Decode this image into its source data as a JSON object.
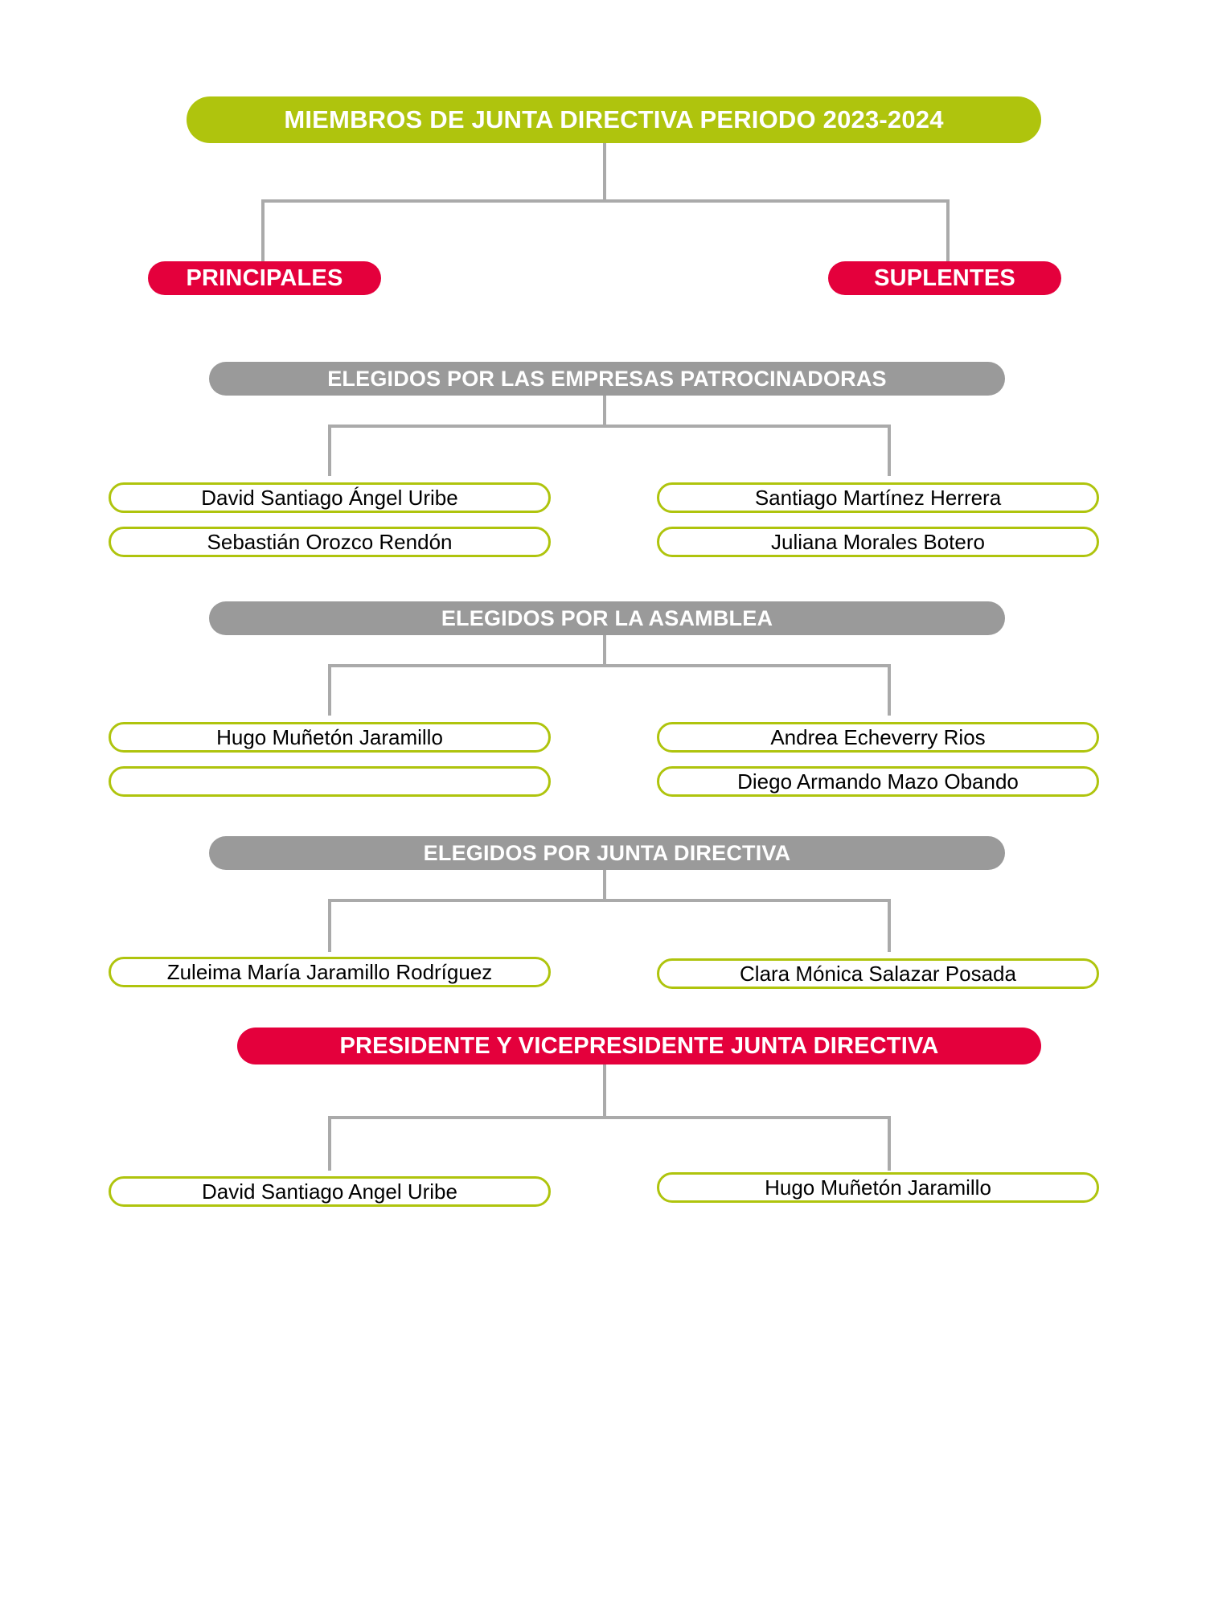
{
  "title": {
    "text": "MIEMBROS DE JUNTA DIRECTIVA PERIODO 2023-2024",
    "color": "#afc40d"
  },
  "columns": {
    "left": {
      "label": "PRINCIPALES",
      "color": "#e4003c"
    },
    "right": {
      "label": "SUPLENTES",
      "color": "#e4003c"
    }
  },
  "colors": {
    "green": "#afc40d",
    "red": "#e4003c",
    "gray": "#9a9a9a",
    "connector": "#aaaaaa",
    "pill_border": "#afc40d",
    "text_dark": "#000000",
    "text_light": "#ffffff"
  },
  "sections": [
    {
      "header": "ELEGIDOS POR LAS EMPRESAS PATROCINADORAS",
      "header_color": "#9a9a9a",
      "principales": [
        "David Santiago Ángel Uribe",
        "Sebastián Orozco Rendón"
      ],
      "suplentes": [
        "Santiago Martínez Herrera",
        "Juliana Morales Botero"
      ]
    },
    {
      "header": "ELEGIDOS POR LA ASAMBLEA",
      "header_color": "#9a9a9a",
      "principales": [
        "Hugo Muñetón Jaramillo",
        ""
      ],
      "suplentes": [
        "Andrea Echeverry Rios",
        "Diego Armando Mazo Obando"
      ]
    },
    {
      "header": "ELEGIDOS POR JUNTA DIRECTIVA",
      "header_color": "#9a9a9a",
      "principales": [
        "Zuleima María Jaramillo Rodríguez"
      ],
      "suplentes": [
        "Clara Mónica Salazar Posada"
      ]
    },
    {
      "header": "PRESIDENTE Y VICEPRESIDENTE JUNTA DIRECTIVA",
      "header_color": "#e4003c",
      "principales": [
        "David Santiago Angel Uribe"
      ],
      "suplentes": [
        "Hugo Muñetón Jaramillo"
      ]
    }
  ]
}
